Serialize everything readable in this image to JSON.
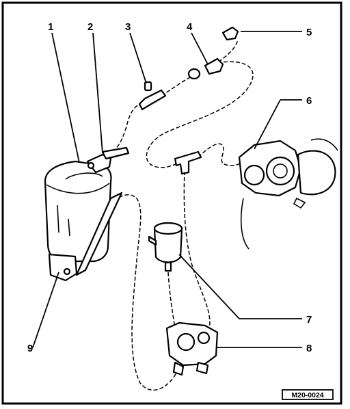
{
  "callouts": {
    "c1": "1",
    "c2": "2",
    "c3": "3",
    "c4": "4",
    "c5": "5",
    "c6": "6",
    "c7": "7",
    "c8": "8",
    "c9": "9"
  },
  "reference_code": "M20-0024"
}
